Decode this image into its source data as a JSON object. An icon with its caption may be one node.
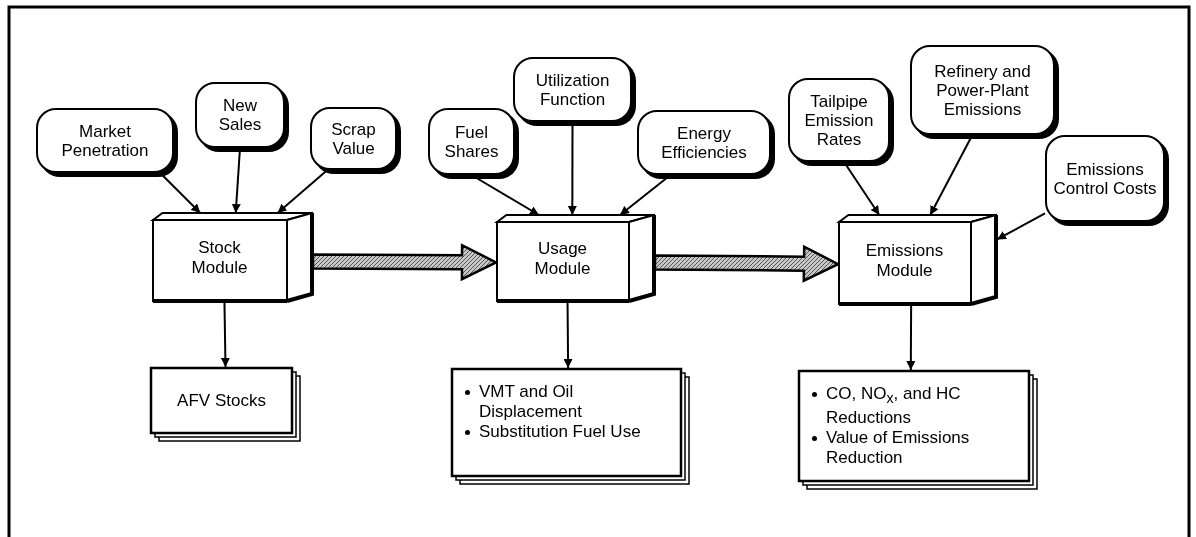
{
  "diagram": {
    "nodes": [
      {
        "text": [
          "Market Penetration"
        ]
      },
      {
        "text": [
          "New Sales"
        ]
      },
      {
        "text": [
          "Scrap Value"
        ]
      },
      {
        "text": [
          "Stock Module"
        ]
      },
      {
        "text": [
          "AFV Stocks"
        ]
      },
      {
        "text": [
          "Fuel Shares"
        ]
      },
      {
        "text": [
          "Utilization Function"
        ]
      },
      {
        "text": [
          "Energy Efficiencies"
        ]
      },
      {
        "text": [
          "Usage Module"
        ]
      },
      {
        "text": [
          "VMT and Oil Displacement",
          "Substitution Fuel Use"
        ]
      },
      {
        "text": [
          "Tailpipe Emission Rates"
        ]
      },
      {
        "text": [
          "Refinery and Power-Plant Emissions"
        ]
      },
      {
        "text": [
          "Emissions Control Costs"
        ]
      },
      {
        "text": [
          "Emissions Module"
        ]
      },
      {
        "text": [
          "CO, NO$_{x}$, and HC Reductions",
          "Value of Emissions Reduction"
        ]
      }
    ],
    "edges": [
      {
        "from": 0,
        "to": 3,
        "arrow": "to"
      },
      {
        "from": 1,
        "to": 3,
        "arrow": "to"
      },
      {
        "from": 2,
        "to": 3,
        "arrow": "to"
      },
      {
        "from": 3,
        "to": 4,
        "arrow": "to"
      },
      {
        "from": 3,
        "to": 8,
        "arrow": "to",
        "style": "thick"
      },
      {
        "from": 5,
        "to": 8,
        "arrow": "to"
      },
      {
        "from": 6,
        "to": 8,
        "arrow": "to"
      },
      {
        "from": 7,
        "to": 8,
        "arrow": "to"
      },
      {
        "from": 8,
        "to": 9,
        "arrow": "to"
      },
      {
        "from": 8,
        "to": 13,
        "arrow": "to",
        "style": "thick"
      },
      {
        "from": 10,
        "to": 13,
        "arrow": "to"
      },
      {
        "from": 11,
        "to": 13,
        "arrow": "to"
      },
      {
        "from": 12,
        "to": 13,
        "arrow": "to"
      },
      {
        "from": 13,
        "to": 14,
        "arrow": "to"
      }
    ]
  }
}
